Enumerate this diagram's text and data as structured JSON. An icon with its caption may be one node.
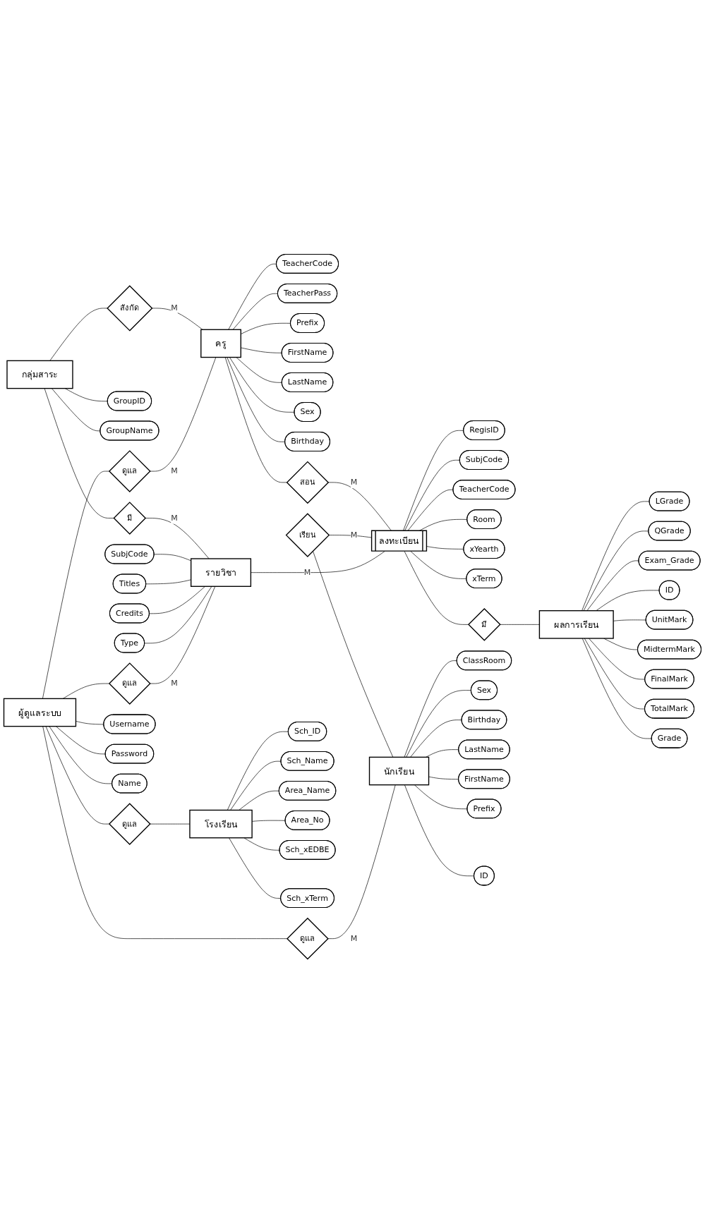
{
  "diagram": {
    "nodes": [
      {
        "text": [
          "ครู"
        ]
      },
      {
        "text": [
          "TeacherCode"
        ]
      },
      {
        "text": [
          "TeacherPass"
        ]
      },
      {
        "text": [
          "Prefix"
        ]
      },
      {
        "text": [
          "FirstName"
        ]
      },
      {
        "text": [
          "LastName"
        ]
      },
      {
        "text": [
          "Sex"
        ]
      },
      {
        "text": [
          "Birthday"
        ]
      },
      {
        "text": [
          "สอน"
        ]
      },
      {
        "text": [
          "ลงทะเบียน"
        ]
      },
      {
        "text": [
          "RegisID"
        ]
      },
      {
        "text": [
          "SubjCode"
        ]
      },
      {
        "text": [
          "TeacherCode"
        ]
      },
      {
        "text": [
          "Room"
        ]
      },
      {
        "text": [
          "xYearth"
        ]
      },
      {
        "text": [
          "xTerm"
        ]
      },
      {
        "text": [
          "มี"
        ]
      },
      {
        "text": [
          "ผลการเรียน"
        ]
      },
      {
        "text": [
          "LGrade"
        ]
      },
      {
        "text": [
          "QGrade"
        ]
      },
      {
        "text": [
          "Exam_Grade"
        ]
      },
      {
        "text": [
          "ID"
        ]
      },
      {
        "text": [
          "UnitMark"
        ]
      },
      {
        "text": [
          "MidtermMark"
        ]
      },
      {
        "text": [
          "FinalMark"
        ]
      },
      {
        "text": [
          "TotalMark"
        ]
      },
      {
        "text": [
          "Grade"
        ]
      },
      {
        "text": [
          "เรียน"
        ]
      },
      {
        "text": [
          "นักเรียน"
        ]
      },
      {
        "text": [
          "ClassRoom"
        ]
      },
      {
        "text": [
          "Sex"
        ]
      },
      {
        "text": [
          "Birthday"
        ]
      },
      {
        "text": [
          "LastName"
        ]
      },
      {
        "text": [
          "FirstName"
        ]
      },
      {
        "text": [
          "Prefix"
        ]
      },
      {
        "text": [
          "ID"
        ]
      },
      {
        "text": [
          "สังกัด"
        ]
      },
      {
        "text": [
          "กลุ่มสาระ"
        ]
      },
      {
        "text": [
          "GroupID"
        ]
      },
      {
        "text": [
          "GroupName"
        ]
      },
      {
        "text": [
          "มี"
        ]
      },
      {
        "text": [
          "รายวิชา"
        ]
      },
      {
        "text": [
          "SubjCode"
        ]
      },
      {
        "text": [
          "Titles"
        ]
      },
      {
        "text": [
          "Credits"
        ]
      },
      {
        "text": [
          "Type"
        ]
      },
      {
        "text": [
          "ดูแล"
        ]
      },
      {
        "text": [
          "ดูแล"
        ]
      },
      {
        "text": [
          "ดูแล"
        ]
      },
      {
        "text": [
          "ผู้ดูแลระบบ"
        ]
      },
      {
        "text": [
          "Username"
        ]
      },
      {
        "text": [
          "Password"
        ]
      },
      {
        "text": [
          "Name"
        ]
      },
      {
        "text": [
          "ดูแล"
        ]
      },
      {
        "text": [
          "โรงเรียน"
        ]
      },
      {
        "text": [
          "Sch_ID"
        ]
      },
      {
        "text": [
          "Sch_Name"
        ]
      },
      {
        "text": [
          "Area_Name"
        ]
      },
      {
        "text": [
          "Area_No"
        ]
      },
      {
        "text": [
          "Sch_xEDBE"
        ]
      },
      {
        "text": [
          "Sch_xTerm"
        ]
      }
    ],
    "edges": [
      {
        "from": 0,
        "to": 1,
        "arrow": "none"
      },
      {
        "from": 0,
        "to": 2,
        "arrow": "none"
      },
      {
        "from": 0,
        "to": 3,
        "arrow": "none"
      },
      {
        "from": 0,
        "to": 4,
        "arrow": "none"
      },
      {
        "from": 0,
        "to": 5,
        "arrow": "none"
      },
      {
        "from": 0,
        "to": 6,
        "arrow": "none"
      },
      {
        "from": 0,
        "to": 7,
        "arrow": "none"
      },
      {
        "from": 0,
        "to": 8,
        "arrow": "none"
      },
      {
        "from": 8,
        "to": 9,
        "arrow": "none",
        "label": "M"
      },
      {
        "from": 9,
        "to": 10,
        "arrow": "none"
      },
      {
        "from": 9,
        "to": 11,
        "arrow": "none"
      },
      {
        "from": 9,
        "to": 12,
        "arrow": "none"
      },
      {
        "from": 9,
        "to": 13,
        "arrow": "none"
      },
      {
        "from": 9,
        "to": 14,
        "arrow": "none"
      },
      {
        "from": 9,
        "to": 15,
        "arrow": "none"
      },
      {
        "from": 9,
        "to": 16,
        "arrow": "none"
      },
      {
        "from": 16,
        "to": 17,
        "arrow": "none"
      },
      {
        "from": 17,
        "to": 18,
        "arrow": "none"
      },
      {
        "from": 17,
        "to": 19,
        "arrow": "none"
      },
      {
        "from": 17,
        "to": 20,
        "arrow": "none"
      },
      {
        "from": 17,
        "to": 21,
        "arrow": "none"
      },
      {
        "from": 17,
        "to": 22,
        "arrow": "none"
      },
      {
        "from": 17,
        "to": 23,
        "arrow": "none"
      },
      {
        "from": 17,
        "to": 24,
        "arrow": "none"
      },
      {
        "from": 17,
        "to": 25,
        "arrow": "none"
      },
      {
        "from": 17,
        "to": 26,
        "arrow": "none"
      },
      {
        "from": 27,
        "to": 9,
        "arrow": "none",
        "label": "M"
      },
      {
        "from": 27,
        "to": 28,
        "arrow": "none"
      },
      {
        "from": 28,
        "to": 29,
        "arrow": "none"
      },
      {
        "from": 28,
        "to": 30,
        "arrow": "none"
      },
      {
        "from": 28,
        "to": 31,
        "arrow": "none"
      },
      {
        "from": 28,
        "to": 32,
        "arrow": "none"
      },
      {
        "from": 28,
        "to": 33,
        "arrow": "none"
      },
      {
        "from": 28,
        "to": 34,
        "arrow": "none"
      },
      {
        "from": 28,
        "to": 35,
        "arrow": "none"
      },
      {
        "from": 41,
        "to": 9,
        "arrow": "none",
        "label": "M"
      },
      {
        "from": 36,
        "to": 0,
        "arrow": "none",
        "label": "M"
      },
      {
        "from": 37,
        "to": 36,
        "arrow": "none"
      },
      {
        "from": 37,
        "to": 38,
        "arrow": "none"
      },
      {
        "from": 37,
        "to": 39,
        "arrow": "none"
      },
      {
        "from": 37,
        "to": 40,
        "arrow": "none"
      },
      {
        "from": 40,
        "to": 41,
        "arrow": "none",
        "label": "M"
      },
      {
        "from": 42,
        "to": 41,
        "arrow": "none"
      },
      {
        "from": 43,
        "to": 41,
        "arrow": "none"
      },
      {
        "from": 44,
        "to": 41,
        "arrow": "none"
      },
      {
        "from": 45,
        "to": 41,
        "arrow": "none"
      },
      {
        "from": 49,
        "to": 46,
        "arrow": "none"
      },
      {
        "from": 46,
        "to": 41,
        "arrow": "none",
        "label": "M"
      },
      {
        "from": 49,
        "to": 47,
        "arrow": "none"
      },
      {
        "from": 47,
        "to": 28,
        "arrow": "none",
        "label": "M"
      },
      {
        "from": 49,
        "to": 48,
        "arrow": "none"
      },
      {
        "from": 48,
        "to": 0,
        "arrow": "none",
        "label": "M"
      },
      {
        "from": 49,
        "to": 50,
        "arrow": "none"
      },
      {
        "from": 49,
        "to": 51,
        "arrow": "none"
      },
      {
        "from": 49,
        "to": 52,
        "arrow": "none"
      },
      {
        "from": 49,
        "to": 53,
        "arrow": "none"
      },
      {
        "from": 53,
        "to": 54,
        "arrow": "none"
      },
      {
        "from": 54,
        "to": 55,
        "arrow": "none"
      },
      {
        "from": 54,
        "to": 56,
        "arrow": "none"
      },
      {
        "from": 54,
        "to": 57,
        "arrow": "none"
      },
      {
        "from": 54,
        "to": 58,
        "arrow": "none"
      },
      {
        "from": 54,
        "to": 59,
        "arrow": "none"
      },
      {
        "from": 54,
        "to": 60,
        "arrow": "none"
      }
    ]
  }
}
